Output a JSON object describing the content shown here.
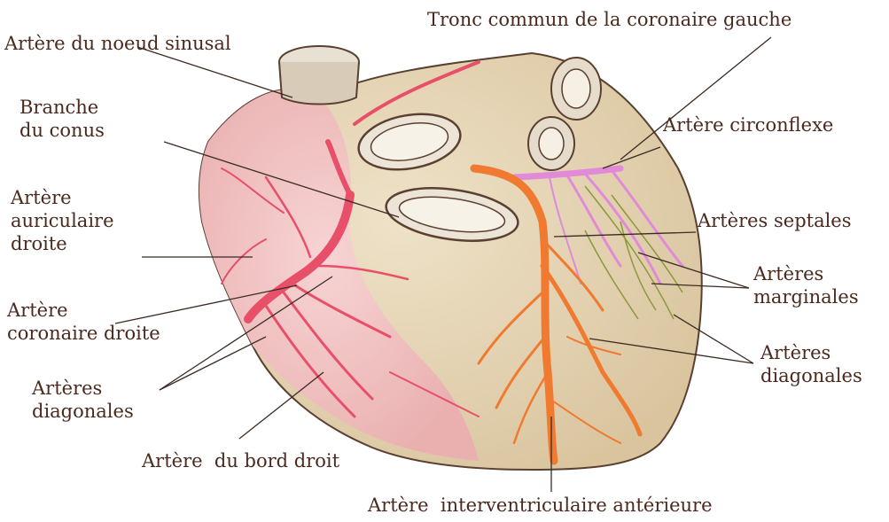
{
  "labels": {
    "sinus_node_artery": "Artère du noeud sinusal",
    "left_main_trunk": "Tronc commun de la coronaire gauche",
    "conus_branch_line1": "Branche",
    "conus_branch_line2": "du conus",
    "circumflex_artery": "Artère circonflexe",
    "right_atrial_line1": "Artère",
    "right_atrial_line2": "auriculaire",
    "right_atrial_line3": "droite",
    "septal_arteries": "Artères septales",
    "marginal_line1": "Artères",
    "marginal_line2": "marginales",
    "right_coronary_line1": "Artère",
    "right_coronary_line2": "coronaire droite",
    "diagonal_right_line1": "Artères",
    "diagonal_right_line2": "diagonales",
    "diagonal_left_line1": "Artères",
    "diagonal_left_line2": "diagonales",
    "right_margin_artery": "Artère  du bord droit",
    "lad_artery": "Artère  interventriculaire antérieure"
  },
  "colors": {
    "label_text": "#4a2a1e",
    "leader_line": "#3a2a22",
    "right_coronary": "#e8506a",
    "left_coronary": "#f07a30",
    "circumflex": "#e08ad8",
    "myocardium_right": "#f4c8c8",
    "myocardium_left": "#e8d8b8",
    "marginal_branches": "#8a9a3a"
  }
}
